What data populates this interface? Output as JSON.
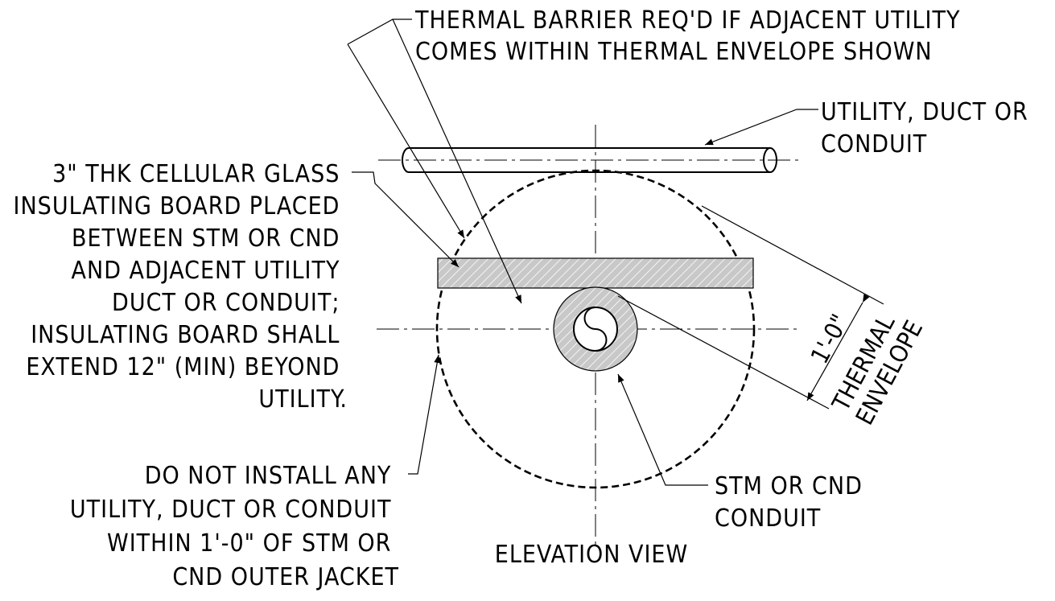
{
  "notes": {
    "thermal_barrier": [
      "THERMAL BARRIER REQ'D IF ADJACENT UTILITY",
      "COMES WITHIN THERMAL ENVELOPE SHOWN"
    ],
    "utility": [
      "UTILITY, DUCT OR",
      "CONDUIT"
    ],
    "insulating_board": [
      "3\" THK CELLULAR GLASS",
      "INSULATING BOARD PLACED",
      "BETWEEN STM OR CND",
      "AND ADJACENT UTILITY",
      "DUCT OR CONDUIT;",
      "INSULATING BOARD SHALL",
      "EXTEND 12\" (MIN) BEYOND",
      "UTILITY."
    ],
    "do_not_install": [
      "DO NOT INSTALL ANY",
      "UTILITY, DUCT OR CONDUIT",
      "WITHIN 1'-0\" OF STM OR",
      "CND OUTER JACKET"
    ],
    "stm_conduit": [
      "STM OR CND",
      "CONDUIT"
    ]
  },
  "dimension": {
    "value": "1'-0\"",
    "label": [
      "THERMAL",
      "ENVELOPE"
    ]
  },
  "view_title": "ELEVATION VIEW",
  "colors": {
    "line": "#000000",
    "hatch_fill": "#c8c8c8",
    "background": "#ffffff"
  }
}
